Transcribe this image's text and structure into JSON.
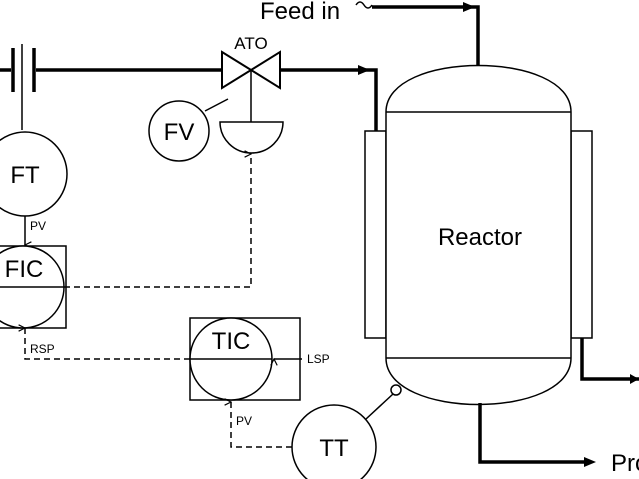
{
  "streams": {
    "feed_in": "Feed in",
    "product": "Pro"
  },
  "vessel": {
    "label": "Reactor"
  },
  "valve": {
    "action": "ATO"
  },
  "instruments": {
    "flow_transmitter": "FT",
    "flow_controller": "FIC",
    "flow_valve": "FV",
    "temp_controller": "TIC",
    "temp_transmitter": "TT"
  },
  "signals": {
    "ft_pv": "PV",
    "fic_rsp": "RSP",
    "tic_lsp": "LSP",
    "tt_pv": "PV"
  }
}
